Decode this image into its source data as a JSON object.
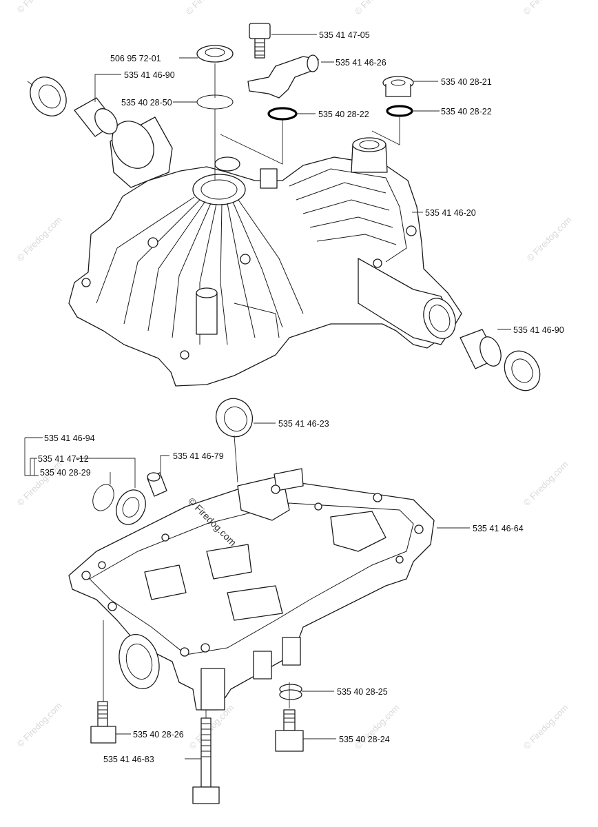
{
  "labels": {
    "l1": "535 41 47-05",
    "l2": "506 95 72-01",
    "l3": "535 41 46-26",
    "l4": "535 41 46-90",
    "l5": "535 40 28-21",
    "l6": "535 40 28-50",
    "l7": "535 40 28-22",
    "l8": "535 40 28-22",
    "l9": "535 41 46-20",
    "l10": "535 41 46-90",
    "l11": "535 41 46-23",
    "l12": "535 41 46-94",
    "l13": "535 41 47-12",
    "l14": "535 41 46-79",
    "l15": "535 40 28-29",
    "l16": "535 41 46-64",
    "l17": "535 40 28-25",
    "l18": "535 40 28-26",
    "l19": "535 40 28-24",
    "l20": "535 41 46-83"
  },
  "watermark": {
    "text": "© Firedog.com",
    "center_text": "© Firedog.com"
  }
}
